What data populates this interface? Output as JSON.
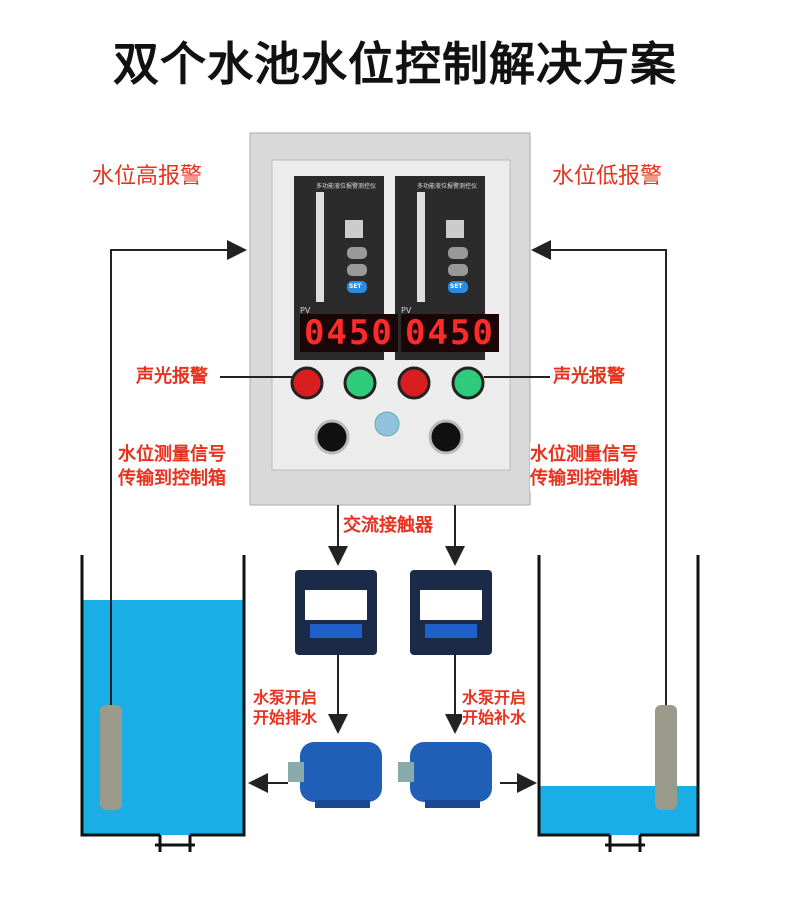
{
  "title": "双个水池水位控制解决方案",
  "labels": {
    "high_alarm": "水位高报警",
    "low_alarm": "水位低报警",
    "sound_light_left": "声光报警",
    "sound_light_right": "声光报警",
    "signal_left": [
      "水位测量信号",
      "传输到控制箱"
    ],
    "signal_right": [
      "水位测量信号",
      "传输到控制箱"
    ],
    "contactor": "交流接触器",
    "pump_drain": [
      "水泵开启",
      "开始排水"
    ],
    "pump_fill": [
      "水泵开启",
      "开始补水"
    ]
  },
  "panel": {
    "controllers": [
      {
        "title": "多功能液位报警测控仪",
        "pv_label": "PV",
        "reading": "0450"
      },
      {
        "title": "多功能液位报警测控仪",
        "pv_label": "PV",
        "reading": "0450"
      }
    ],
    "set_label": "SET"
  },
  "colors": {
    "water": "#1aaee6",
    "alarm": "#e8321f",
    "panel": "#e6e6e6"
  }
}
